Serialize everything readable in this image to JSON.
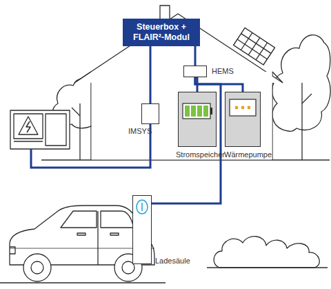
{
  "diagram": {
    "nodes": [
      {
        "text": [
          "Steuerbox + FLAIR²-Modul"
        ]
      },
      {
        "text": [
          "HEMS"
        ]
      },
      {
        "text": [
          "IMSYS"
        ]
      },
      {
        "text": [
          "Stromspeicher"
        ]
      },
      {
        "text": [
          "Wärmepumpe"
        ]
      },
      {
        "text": [
          "Ladesäule"
        ]
      }
    ],
    "edges": [
      {
        "from": 0,
        "to": 2,
        "arrow": "none"
      },
      {
        "from": 0,
        "to": 1,
        "arrow": "none"
      },
      {
        "from": 1,
        "to": 3,
        "arrow": "none"
      },
      {
        "from": 1,
        "to": 4,
        "arrow": "none"
      },
      {
        "from": 1,
        "to": 5,
        "arrow": "none"
      }
    ]
  }
}
